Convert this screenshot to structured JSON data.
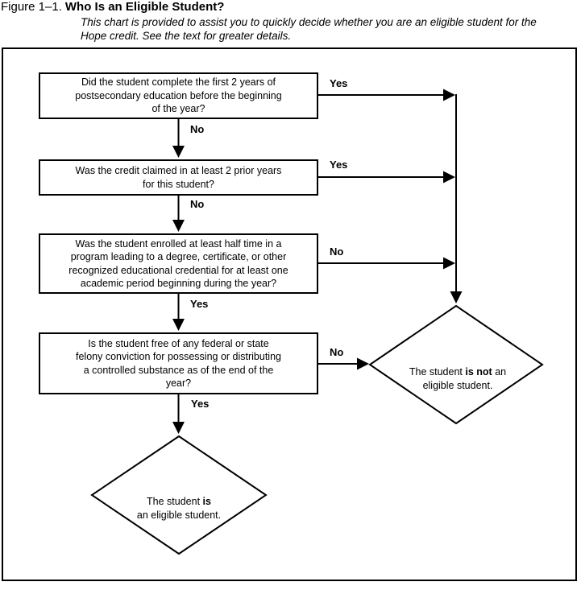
{
  "header": {
    "figure_label": "Figure 1–1.",
    "figure_title": "Who Is an Eligible Student?",
    "subtitle": "This chart is provided to assist you to quickly decide whether you are an eligible student for the\nHope credit. See the text for greater details."
  },
  "flowchart": {
    "questions": [
      {
        "text": "Did the student complete the first 2 years of\npostsecondary education before the beginning\nof the year?",
        "right_label": "Yes",
        "down_label": "No"
      },
      {
        "text": "Was the credit claimed in at least 2 prior years\nfor this student?",
        "right_label": "Yes",
        "down_label": "No"
      },
      {
        "text": "Was the student enrolled at least half time in a\nprogram leading to a degree, certificate, or other\nrecognized educational credential for at least one\nacademic period beginning during the year?",
        "right_label": "No",
        "down_label": "Yes"
      },
      {
        "text": "Is the student free of any federal or state\nfelony conviction for possessing or distributing\na controlled substance as of the end of the\nyear?",
        "right_label": "No",
        "down_label": "Yes"
      }
    ],
    "outcomes": {
      "not_eligible": {
        "pre": "The student ",
        "bold": "is not",
        "post": " an\neligible student."
      },
      "eligible": {
        "pre": "The student ",
        "bold": "is",
        "post": "\nan eligible student."
      }
    },
    "colors": {
      "line": "#000000",
      "background": "#ffffff"
    }
  }
}
